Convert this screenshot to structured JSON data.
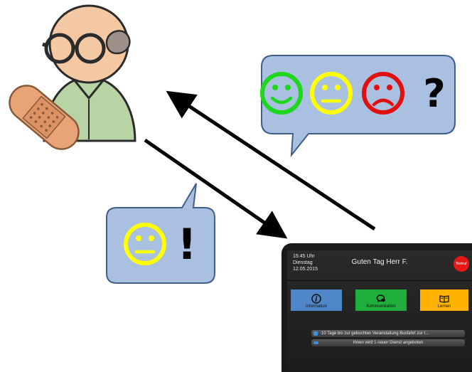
{
  "tablet": {
    "time": "15:45 Uhr",
    "day": "Dienstag",
    "date": "12.05.2015",
    "greeting": "Guten Tag Herr F.",
    "emergency_label": "Notruf",
    "tiles": [
      {
        "label": "Information",
        "icon": "info-icon",
        "color": "#4f86c9"
      },
      {
        "label": "Kommunikation",
        "icon": "chat-icon",
        "color": "#1fae3c"
      },
      {
        "label": "Lernen",
        "icon": "book-icon",
        "color": "#ffb300"
      }
    ],
    "notices": [
      {
        "text": "10 Tage  bis zur gebuchten Veranstaltung Busfahrt zur I..."
      },
      {
        "text": "Ihnen wird  1 neuer Dienst angeboten"
      }
    ]
  },
  "bubble_right": {
    "items": [
      "happy-smiley-icon",
      "neutral-smiley-icon",
      "sad-smiley-icon",
      "question-mark"
    ],
    "question_mark": "?"
  },
  "bubble_left": {
    "items": [
      "neutral-smiley-icon",
      "exclamation-mark"
    ],
    "exclamation_mark": "!"
  },
  "colors": {
    "bubble_fill": "#a9c0e0",
    "bubble_stroke": "#3f5e8a",
    "happy": "#1fd61f",
    "neutral": "#ffff00",
    "sad": "#e01010",
    "shirt": "#b9d4a4",
    "skin": "#f4c8a2",
    "bandage": "#e8a477"
  }
}
